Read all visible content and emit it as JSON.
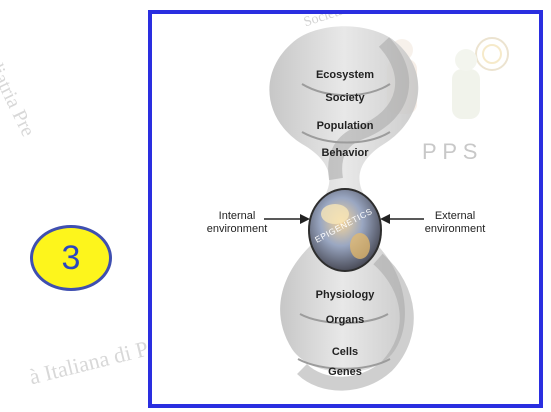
{
  "badge": {
    "number": "3"
  },
  "watermark": {
    "left_text": "Pediatria Pre",
    "bottom_text": "à Italiana di P",
    "logo_letters": "P P S",
    "top_text": "Società Italiana di Pediatria Preventiva"
  },
  "diagram": {
    "upper_levels": [
      "Ecosystem",
      "Society",
      "Population",
      "Behavior"
    ],
    "lower_levels": [
      "Physiology",
      "Organs",
      "Cells",
      "Genes"
    ],
    "center": "EPIGENETICS",
    "internal_line1": "Internal",
    "internal_line2": "environment",
    "external_line1": "External",
    "external_line2": "environment"
  },
  "colors": {
    "frame": "#2a2ee0",
    "badge_fill": "#fdf51c",
    "badge_text": "#2b46c0"
  }
}
